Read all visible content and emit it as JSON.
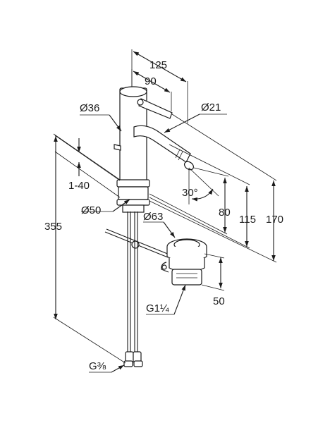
{
  "dimensions": {
    "reach_total": "125",
    "reach_lever": "90",
    "body_diameter": "Ø36",
    "spout_diameter": "Ø21",
    "deck_thickness": "1-40",
    "hole_diameter": "Ø50",
    "waste_diameter": "Ø63",
    "spout_angle": "30°",
    "outlet_height": "80",
    "spout_height": "115",
    "total_height": "170",
    "hose_length": "355",
    "waste_depth": "50",
    "waste_thread": "G1¼",
    "hose_thread": "G⅜"
  }
}
